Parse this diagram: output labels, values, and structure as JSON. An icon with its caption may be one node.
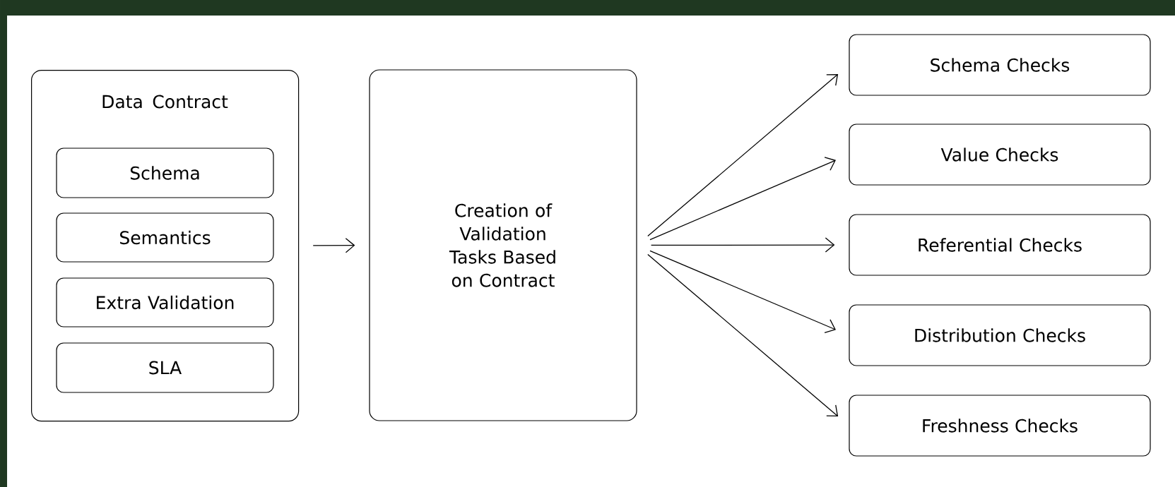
{
  "diagram": {
    "nodes": [
      {
        "text": [
          "Data Contract"
        ]
      },
      {
        "text": [
          "Schema"
        ],
        "in": 0
      },
      {
        "text": [
          "Semantics"
        ],
        "in": 0
      },
      {
        "text": [
          "Extra Validation"
        ],
        "in": 0
      },
      {
        "text": [
          "SLA"
        ],
        "in": 0
      },
      {
        "text": [
          "Creation of Validation Tasks Based on Contract"
        ]
      },
      {
        "text": [
          "Schema Checks"
        ]
      },
      {
        "text": [
          "Value Checks"
        ]
      },
      {
        "text": [
          "Referential Checks"
        ]
      },
      {
        "text": [
          "Distribution Checks"
        ]
      },
      {
        "text": [
          "Freshness Checks"
        ]
      }
    ],
    "edges": [
      {
        "from": 0,
        "to": 5,
        "arrow": "to"
      },
      {
        "from": 5,
        "to": 6,
        "arrow": "to"
      },
      {
        "from": 5,
        "to": 7,
        "arrow": "to"
      },
      {
        "from": 5,
        "to": 8,
        "arrow": "to"
      },
      {
        "from": 5,
        "to": 9,
        "arrow": "to"
      },
      {
        "from": 5,
        "to": 10,
        "arrow": "to"
      }
    ]
  }
}
